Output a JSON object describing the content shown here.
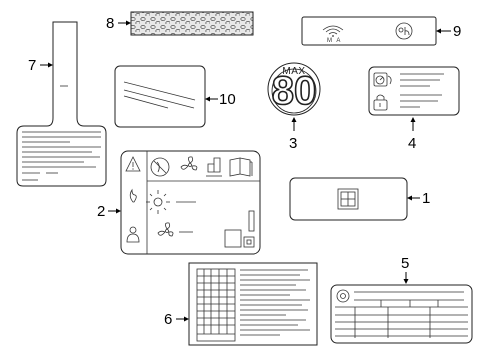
{
  "callouts": [
    {
      "id": "label-1",
      "number": "1"
    },
    {
      "id": "label-2",
      "number": "2"
    },
    {
      "id": "label-3",
      "number": "3"
    },
    {
      "id": "label-4",
      "number": "4"
    },
    {
      "id": "label-5",
      "number": "5"
    },
    {
      "id": "label-6",
      "number": "6"
    },
    {
      "id": "label-7",
      "number": "7"
    },
    {
      "id": "label-8",
      "number": "8"
    },
    {
      "id": "label-9",
      "number": "9"
    },
    {
      "id": "label-10",
      "number": "10"
    }
  ],
  "pressure_label": {
    "max_text": "MAX",
    "value": "80"
  },
  "wireless_label": {
    "text": "M A"
  },
  "icons": [
    "wifi-icon",
    "warning-triangle-icon",
    "no-symbol-icon",
    "fan-icon",
    "book-icon",
    "flame-icon",
    "sun-icon",
    "person-icon",
    "refrigerant-icon"
  ],
  "colors": {
    "line": "#222222",
    "background": "#ffffff"
  }
}
